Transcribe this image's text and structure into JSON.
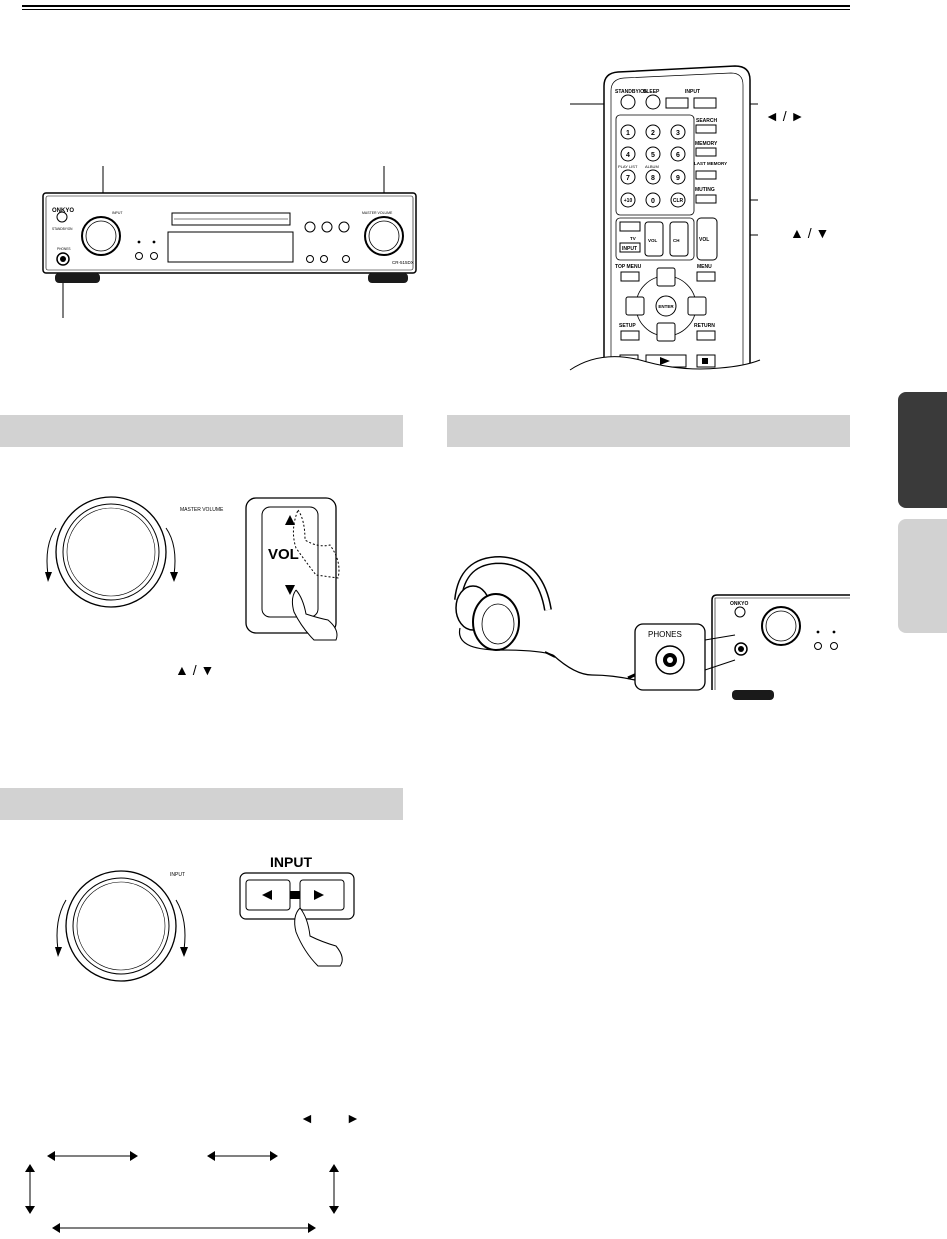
{
  "brand": {
    "logo_text": "ONKYO",
    "model": "CR-515DX"
  },
  "unit": {
    "input_label": "INPUT",
    "master_volume_label": "MASTER VOLUME",
    "standby_label": "STANDBY/ON",
    "phones_label": "PHONES"
  },
  "remote": {
    "standby_on": "STANDBY/ON",
    "sleep": "SLEEP",
    "input": "INPUT",
    "search": "SEARCH",
    "memory": "MEMORY",
    "play_list": "PLAY LIST",
    "album": "ALBUM",
    "last_memory": "LAST MEMORY",
    "muting": "MUTING",
    "tv": "TV",
    "vol": "VOL",
    "ch": "CH",
    "input_small": "INPUT",
    "top_menu": "TOP MENU",
    "menu": "MENU",
    "enter": "ENTER",
    "setup": "SETUP",
    "return": "RETURN",
    "clr": "CLR",
    "plus10": "+10",
    "digits": [
      "1",
      "2",
      "3",
      "4",
      "5",
      "6",
      "7",
      "8",
      "9",
      "0"
    ]
  },
  "illustrations": {
    "master_volume_knob_label": "MASTER VOLUME",
    "vol_button_label": "VOL",
    "input_knob_label": "INPUT",
    "input_buttons_label": "INPUT",
    "phones_jack_label": "PHONES"
  },
  "glyphs": {
    "left_right": "◄ / ►",
    "up_down": "▲ / ▼",
    "left": "◄",
    "right": "►"
  },
  "colors": {
    "section_bar": "#d2d2d2",
    "tab_dark": "#3a3a3a",
    "tab_light": "#d2d2d2"
  }
}
